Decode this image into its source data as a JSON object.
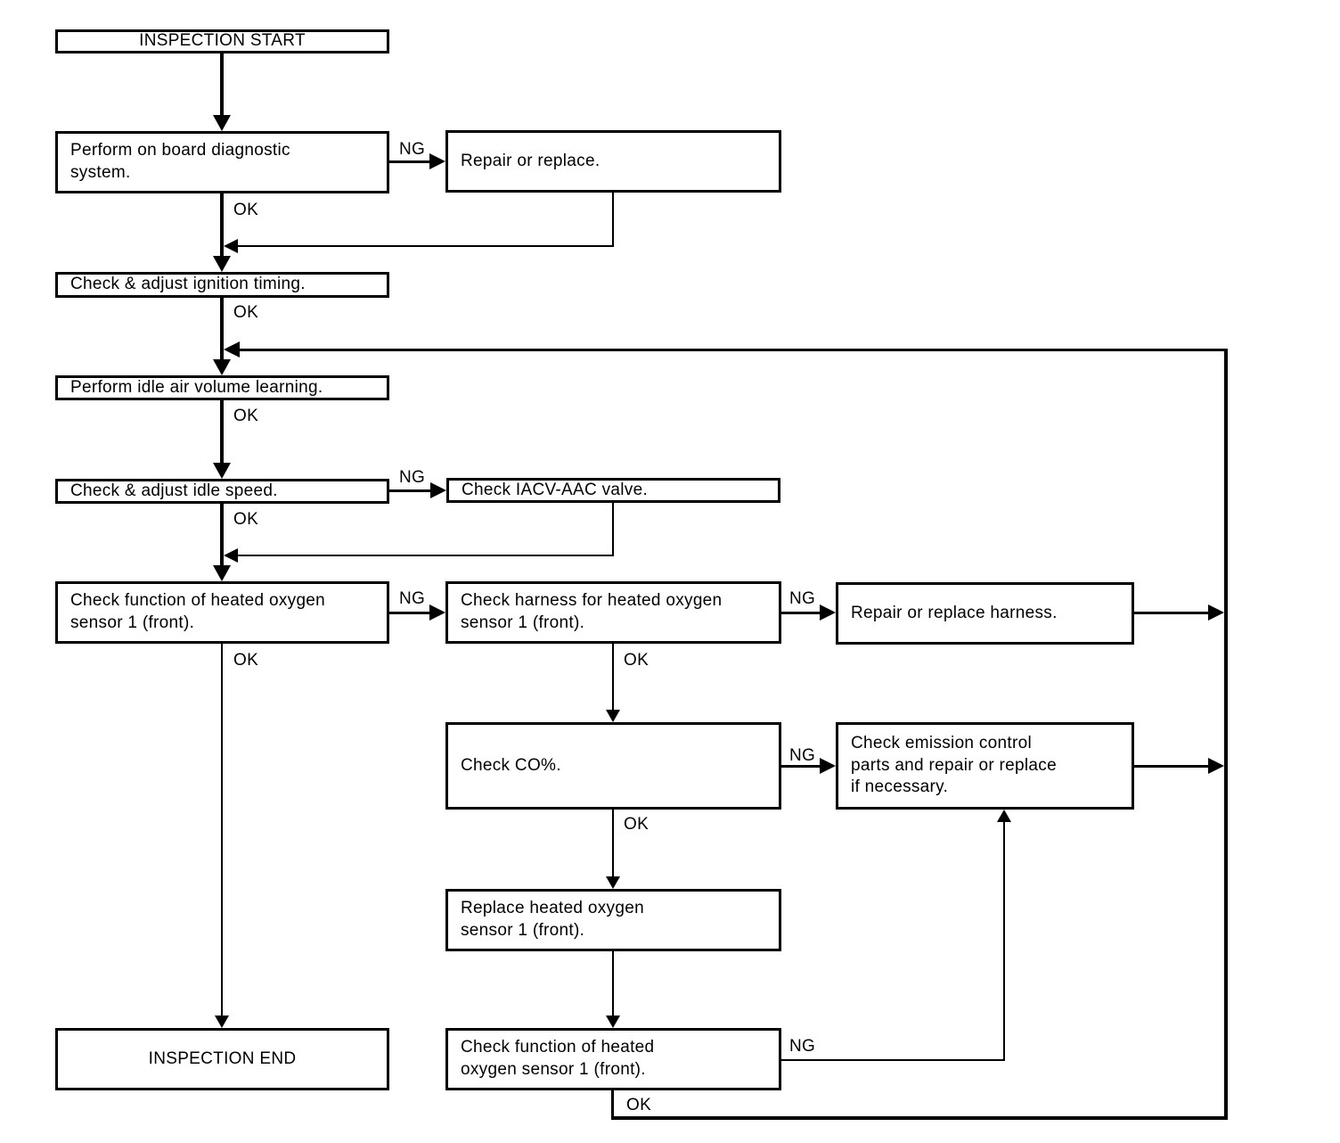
{
  "page": {
    "background": "#ffffff",
    "ink": "#000000"
  },
  "labels": {
    "ok": "OK",
    "ng": "NG"
  },
  "nodes": {
    "start": "INSPECTION START",
    "obd": "Perform on board diagnostic\nsystem.",
    "repair_replace": "Repair or replace.",
    "ignition_timing": "Check & adjust ignition timing.",
    "idle_air_learning": "Perform idle air volume learning.",
    "idle_speed": "Check & adjust idle speed.",
    "iacv_valve": "Check IACV-AAC valve.",
    "o2_function": "Check function of heated oxygen\nsensor 1 (front).",
    "o2_harness": "Check harness for heated oxygen\nsensor 1 (front).",
    "repair_harness": "Repair or replace harness.",
    "check_co": "Check CO%.",
    "emission_parts": "Check emission control\nparts and repair or replace\nif necessary.",
    "replace_o2": "Replace heated oxygen\nsensor 1 (front).",
    "o2_function_recheck": "Check function of heated\noxygen sensor 1 (front).",
    "end": "INSPECTION END"
  }
}
